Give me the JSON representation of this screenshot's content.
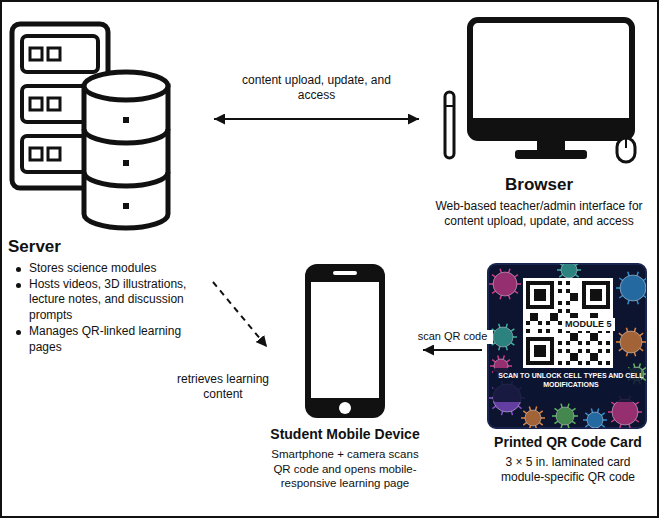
{
  "diagram": {
    "nodes": [
      {
        "text": [
          "Server",
          "Stores science modules",
          "Hosts videos, 3D illustrations, lecture notes, and discussion prompts",
          "Manages QR-linked learning pages"
        ]
      },
      {
        "text": [
          "Browser",
          "Web-based teacher/admin interface for content upload, update, and access"
        ]
      },
      {
        "text": [
          "Student Mobile Device",
          "Smartphone + camera scans QR code and opens mobile-responsive learning page"
        ]
      },
      {
        "text": [
          "Printed QR Code Card",
          "3 × 5 in. laminated card module-specific QR code"
        ]
      }
    ],
    "edges": [
      {
        "from": 0,
        "to": 1,
        "label": "content upload, update, and access",
        "arrow": "both"
      },
      {
        "from": 0,
        "to": 2,
        "label": "retrieves learning content",
        "arrow": "to"
      },
      {
        "from": 3,
        "to": 2,
        "label": "scan QR code",
        "arrow": "to"
      }
    ],
    "labels": [
      "MODULE 5",
      "SCAN TO UNLOCK CELL TYPES AND CELL MODIFICATIONS"
    ]
  }
}
